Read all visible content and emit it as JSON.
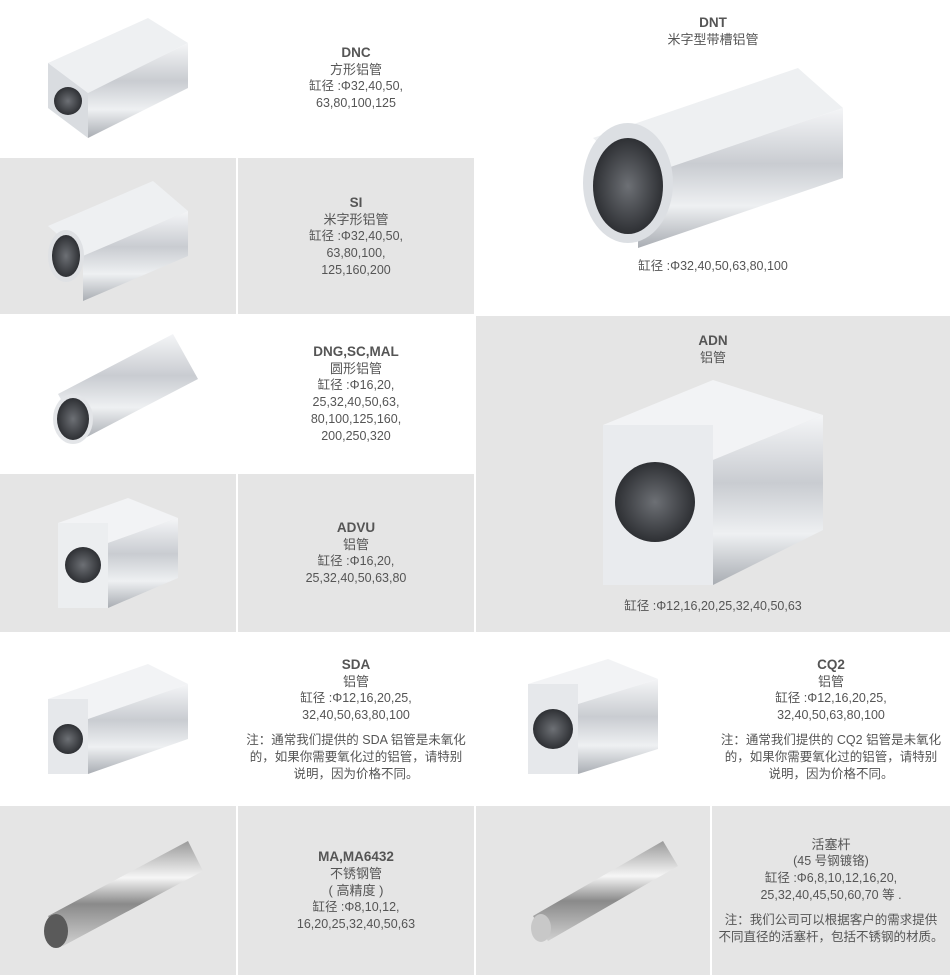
{
  "products": {
    "dnc": {
      "name": "DNC",
      "type": "方形铝管",
      "bore": [
        "缸径 :Φ32,40,50,",
        "63,80,100,125"
      ]
    },
    "si": {
      "name": "SI",
      "type": "米字形铝管",
      "bore": [
        "缸径 :Φ32,40,50,",
        "63,80,100,",
        "125,160,200"
      ]
    },
    "dng": {
      "name": "DNG,SC,MAL",
      "type": "圆形铝管",
      "bore": [
        "缸径 :Φ16,20,",
        "25,32,40,50,63,",
        "80,100,125,160,",
        "200,250,320"
      ]
    },
    "advu": {
      "name": "ADVU",
      "type": "铝管",
      "bore": [
        "缸径 :Φ16,20,",
        "25,32,40,50,63,80"
      ]
    },
    "sda": {
      "name": "SDA",
      "type": "铝管",
      "bore": [
        "缸径 :Φ12,16,20,25,",
        "32,40,50,63,80,100"
      ],
      "note": [
        "注：通常我们提供的 SDA 铝管是未氧化",
        "的，如果你需要氧化过的铝管，请特别",
        "说明，因为价格不同。"
      ]
    },
    "ma": {
      "name": "MA,MA6432",
      "type": "不锈钢管",
      "sub": "( 高精度 )",
      "bore": [
        "缸径 :Φ8,10,12,",
        "16,20,25,32,40,50,63"
      ]
    },
    "dnt": {
      "name": "DNT",
      "type": "米字型带槽铝管",
      "bore": "缸径 :Φ32,40,50,63,80,100"
    },
    "adn": {
      "name": "ADN",
      "type": "铝管",
      "bore": "缸径 :Φ12,16,20,25,32,40,50,63"
    },
    "cq2": {
      "name": "CQ2",
      "type": "铝管",
      "bore": [
        "缸径 :Φ12,16,20,25,",
        "32,40,50,63,80,100"
      ],
      "note": [
        "注：通常我们提供的 CQ2 铝管是未氧化",
        "的，如果你需要氧化过的铝管，请特别",
        "说明，因为价格不同。"
      ]
    },
    "rod": {
      "type": "活塞杆",
      "sub": "(45 号钢镀铬)",
      "bore": [
        "缸径 :Φ6,8,10,12,16,20,",
        "25,32,40,45,50,60,70 等 ."
      ],
      "note": [
        "注：我们公司可以根据客户的需求提供",
        "不同直径的活塞杆，包括不锈钢的材质。"
      ]
    }
  }
}
